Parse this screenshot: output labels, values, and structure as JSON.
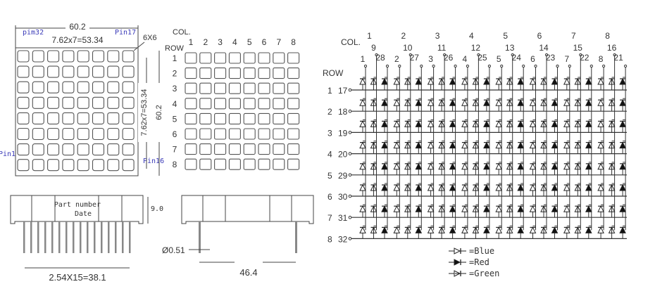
{
  "top_view": {
    "width_dim": "60.2",
    "pitch_dim": "7.62x7=53.34",
    "pin32": "pim32",
    "pin17": "Pin17",
    "pin1": "Pin1",
    "pin16": "Pin16",
    "dot_size": "6X6",
    "height_dim": "60.2",
    "height_pitch_dim": "7.62x7=53.34"
  },
  "matrix": {
    "col_label": "COL.",
    "row_label": "ROW",
    "cols": [
      "1",
      "2",
      "3",
      "4",
      "5",
      "6",
      "7",
      "8"
    ],
    "rows": [
      "1",
      "2",
      "3",
      "4",
      "5",
      "6",
      "7",
      "8"
    ]
  },
  "side_view": {
    "part_number": "Part number",
    "date": "Date",
    "height_dim": "9.0",
    "pin_span_dim": "2.54X15=38.1",
    "pin_diameter": "Ø0.51",
    "row_span_dim": "46.4"
  },
  "schematic": {
    "col_label": "COL.",
    "row_label": "ROW",
    "columns": [
      {
        "num": "1",
        "pins": [
          "1",
          "9",
          "28"
        ]
      },
      {
        "num": "2",
        "pins": [
          "2",
          "10",
          "27"
        ]
      },
      {
        "num": "3",
        "pins": [
          "3",
          "11",
          "26"
        ]
      },
      {
        "num": "4",
        "pins": [
          "4",
          "12",
          "25"
        ]
      },
      {
        "num": "5",
        "pins": [
          "5",
          "13",
          "24"
        ]
      },
      {
        "num": "6",
        "pins": [
          "6",
          "14",
          "23"
        ]
      },
      {
        "num": "7",
        "pins": [
          "7",
          "15",
          "22"
        ]
      },
      {
        "num": "8",
        "pins": [
          "8",
          "16",
          "21"
        ]
      }
    ],
    "rows": [
      {
        "num": "1",
        "pin": "17"
      },
      {
        "num": "2",
        "pin": "18"
      },
      {
        "num": "3",
        "pin": "19"
      },
      {
        "num": "4",
        "pin": "20"
      },
      {
        "num": "5",
        "pin": "29"
      },
      {
        "num": "6",
        "pin": "30"
      },
      {
        "num": "7",
        "pin": "31"
      },
      {
        "num": "8",
        "pin": "32"
      }
    ],
    "legend": [
      {
        "type": "blue",
        "label": "=Blue"
      },
      {
        "type": "red",
        "label": "=Red"
      },
      {
        "type": "green",
        "label": "=Green"
      }
    ]
  }
}
